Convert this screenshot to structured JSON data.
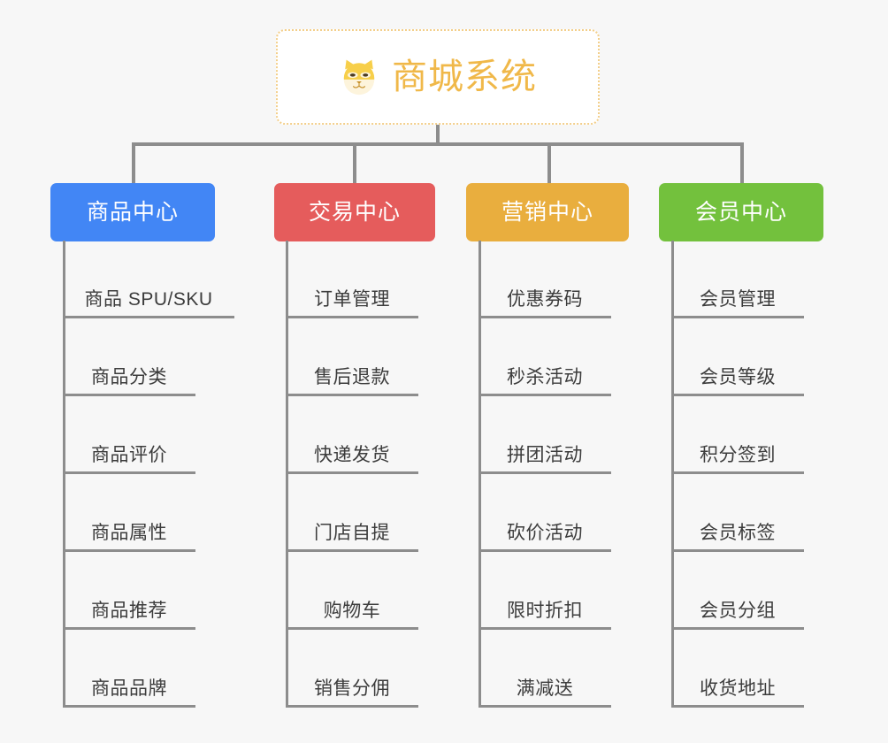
{
  "page": {
    "background_color": "#f7f7f7",
    "connector_color": "#8d8d8d",
    "leaf_text_color": "#3c3c3c"
  },
  "root": {
    "title": "商城系统",
    "icon": "shiba-dog-face-icon",
    "text_color": "#f0b849",
    "border_color": "#f3cf8b",
    "background_color": "#ffffff"
  },
  "categories": [
    {
      "label": "商品中心",
      "color": "#4286f5",
      "items": [
        "商品 SPU/SKU",
        "商品分类",
        "商品评价",
        "商品属性",
        "商品推荐",
        "商品品牌"
      ]
    },
    {
      "label": "交易中心",
      "color": "#e55c5c",
      "items": [
        "订单管理",
        "售后退款",
        "快递发货",
        "门店自提",
        "购物车",
        "销售分佣"
      ]
    },
    {
      "label": "营销中心",
      "color": "#e9ae3e",
      "items": [
        "优惠券码",
        "秒杀活动",
        "拼团活动",
        "砍价活动",
        "限时折扣",
        "满减送"
      ]
    },
    {
      "label": "会员中心",
      "color": "#73c13d",
      "items": [
        "会员管理",
        "会员等级",
        "积分签到",
        "会员标签",
        "会员分组",
        "收货地址"
      ]
    }
  ]
}
